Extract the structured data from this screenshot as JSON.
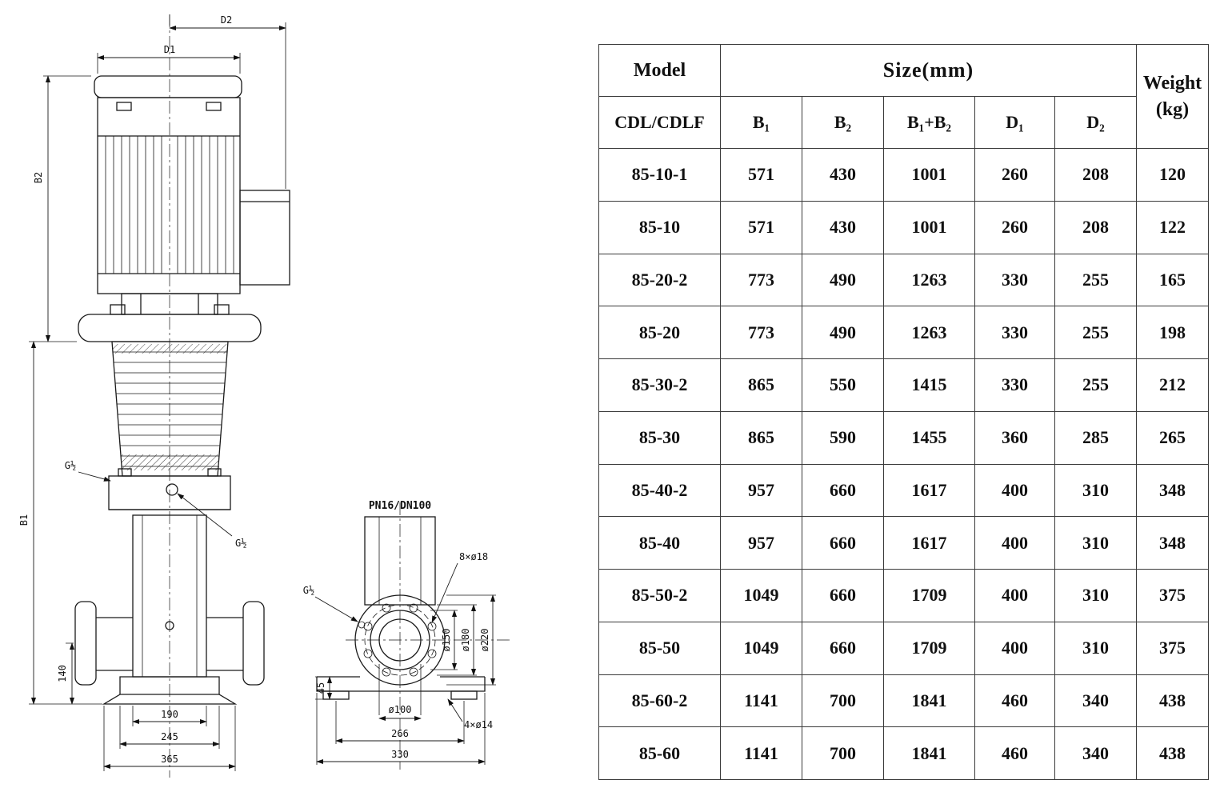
{
  "table": {
    "header": {
      "model": "Model",
      "size": "Size(mm)",
      "weight": "Weight",
      "weight_unit": "(kg)",
      "model_sub": "CDL/CDLF",
      "cols": [
        "B₁",
        "B₂",
        "B₁+B₂",
        "D₁",
        "D₂"
      ]
    },
    "rows": [
      [
        "85-10-1",
        "571",
        "430",
        "1001",
        "260",
        "208",
        "120"
      ],
      [
        "85-10",
        "571",
        "430",
        "1001",
        "260",
        "208",
        "122"
      ],
      [
        "85-20-2",
        "773",
        "490",
        "1263",
        "330",
        "255",
        "165"
      ],
      [
        "85-20",
        "773",
        "490",
        "1263",
        "330",
        "255",
        "198"
      ],
      [
        "85-30-2",
        "865",
        "550",
        "1415",
        "330",
        "255",
        "212"
      ],
      [
        "85-30",
        "865",
        "590",
        "1455",
        "360",
        "285",
        "265"
      ],
      [
        "85-40-2",
        "957",
        "660",
        "1617",
        "400",
        "310",
        "348"
      ],
      [
        "85-40",
        "957",
        "660",
        "1617",
        "400",
        "310",
        "348"
      ],
      [
        "85-50-2",
        "1049",
        "660",
        "1709",
        "400",
        "310",
        "375"
      ],
      [
        "85-50",
        "1049",
        "660",
        "1709",
        "400",
        "310",
        "375"
      ],
      [
        "85-60-2",
        "1141",
        "700",
        "1841",
        "460",
        "340",
        "438"
      ],
      [
        "85-60",
        "1141",
        "700",
        "1841",
        "460",
        "340",
        "438"
      ]
    ]
  },
  "drawing": {
    "front_view": {
      "dim_d2": "D2",
      "dim_d1": "D1",
      "dim_b2": "B2",
      "dim_b1": "B1",
      "dim_140": "140",
      "dim_190": "190",
      "dim_245": "245",
      "dim_365": "365",
      "port_top": "G½",
      "port_bottom": "G½"
    },
    "flange_view": {
      "title": "PN16/DN100",
      "bolt_holes": "8×ø18",
      "dia_150": "ø150",
      "dia_180": "ø180",
      "dia_220": "ø220",
      "dia_100": "ø100",
      "dim_266": "266",
      "dim_330": "330",
      "dim_45": "45",
      "base_holes": "4×ø14",
      "port": "G½"
    }
  }
}
